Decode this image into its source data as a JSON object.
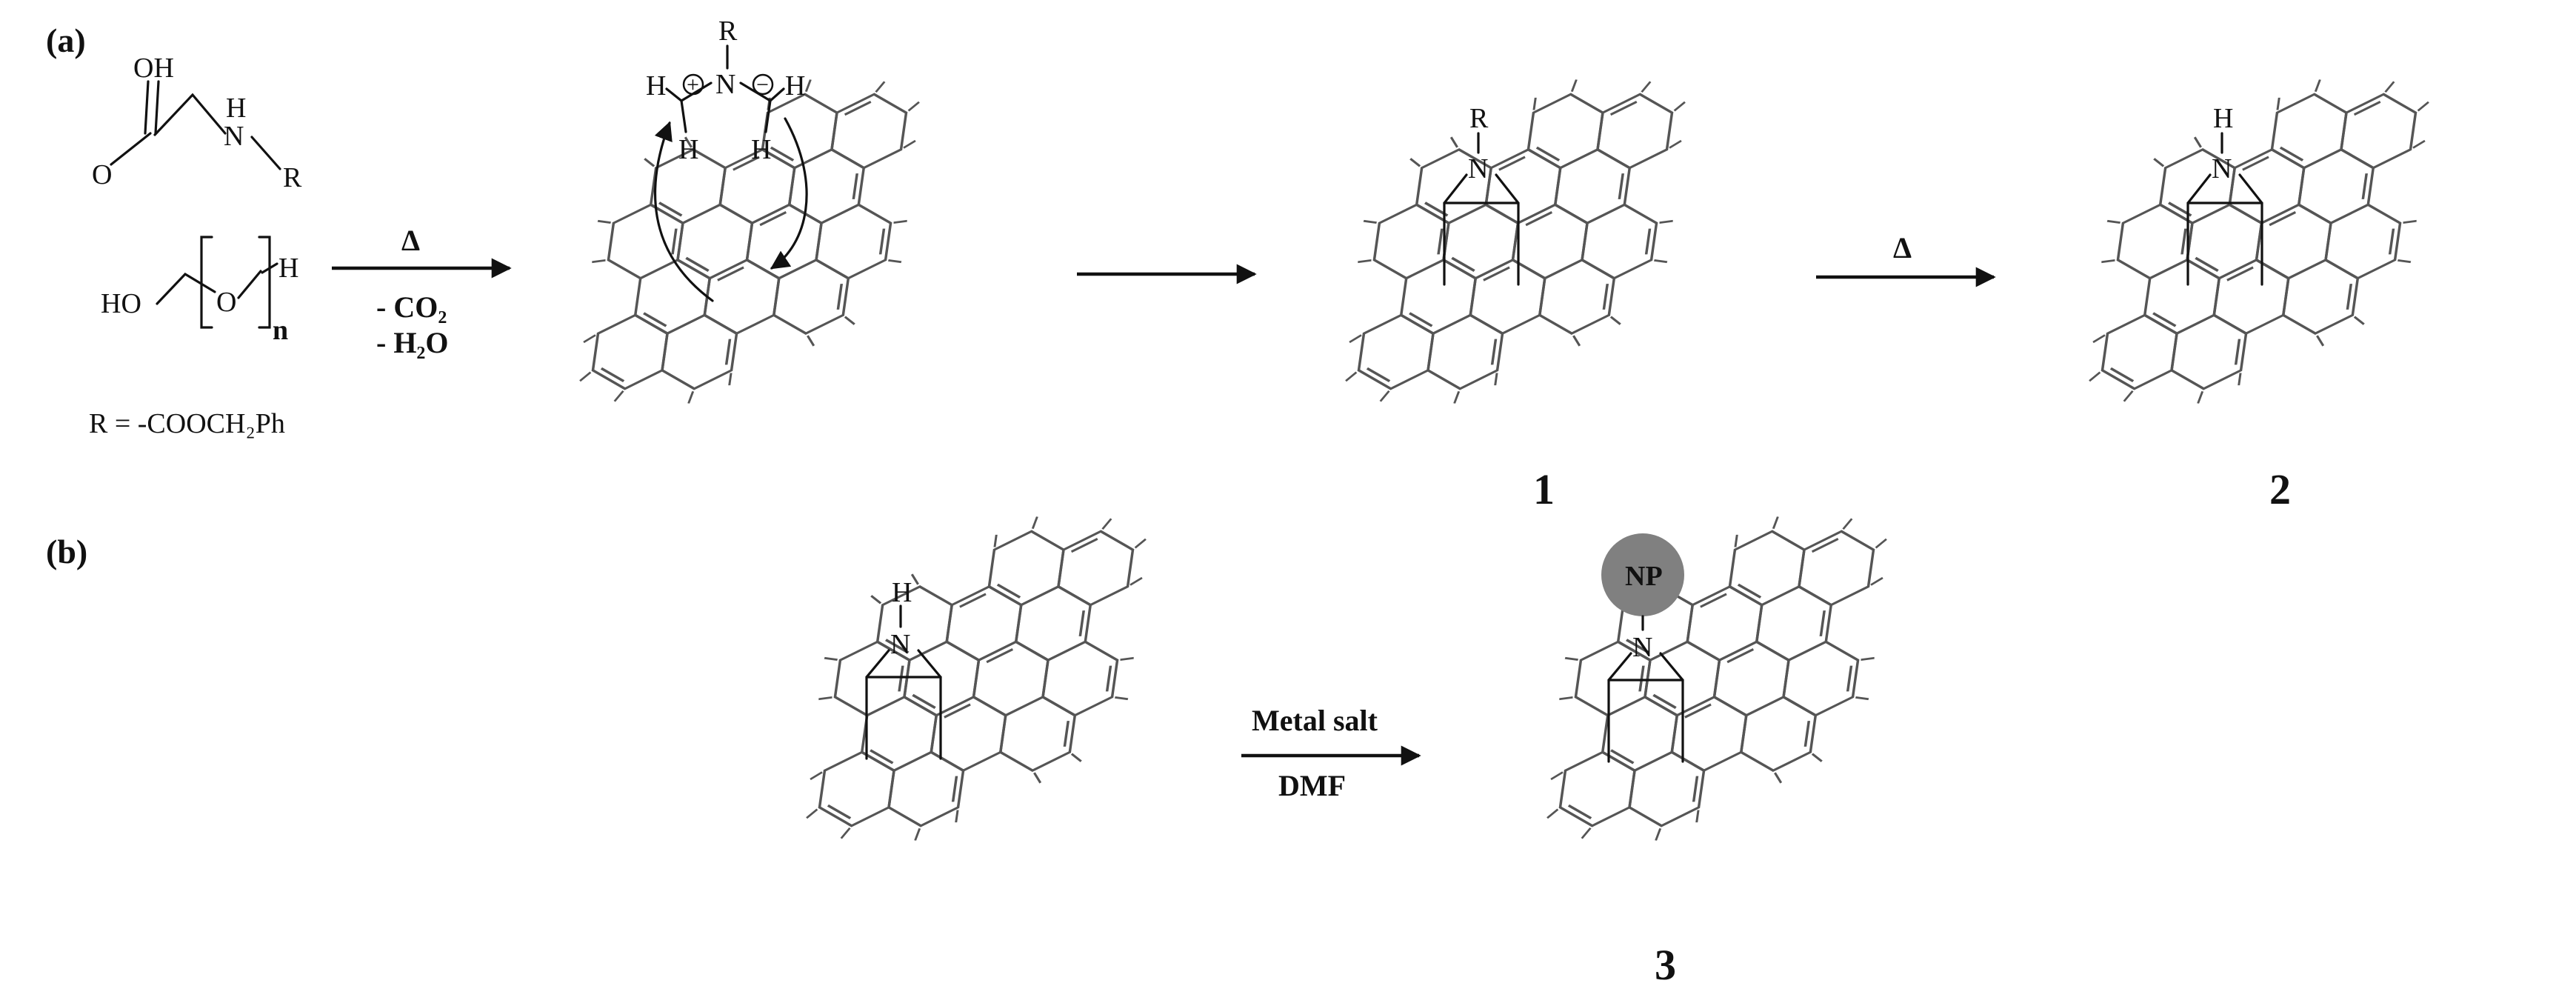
{
  "panels": {
    "a_label": "(a)",
    "b_label": "(b)"
  },
  "reactants": {
    "oh_label": "OH",
    "o_label": "O",
    "nh_label": "H",
    "n_label": "N",
    "r_label": "R",
    "ho_label": "HO",
    "ether_o_label": "O",
    "h_end_label": "H",
    "n_sub_label": "n",
    "r_definition": "R = -COOCH₂Ph"
  },
  "step1": {
    "heat": "Δ",
    "byproduct_1": "- CO₂",
    "byproduct_2": "- H₂O"
  },
  "ylide": {
    "r_label": "R",
    "n_label": "N",
    "h_left": "H",
    "h_right": "H",
    "h_bottom_left": "H",
    "h_bottom_right": "H",
    "plus": "+",
    "minus": "−"
  },
  "product1": {
    "r_label": "R",
    "n_label": "N",
    "number": "1"
  },
  "step3": {
    "heat": "Δ"
  },
  "product2": {
    "h_label": "H",
    "n_label": "N",
    "number": "2"
  },
  "panel_b_start": {
    "h_label": "H",
    "n_label": "N"
  },
  "step4": {
    "above": "Metal salt",
    "below": "DMF"
  },
  "product3": {
    "np_label": "NP",
    "n_label": "N",
    "number": "3"
  },
  "colors": {
    "nanoparticle": "#808080",
    "lines": "#555555",
    "text": "#111111"
  }
}
